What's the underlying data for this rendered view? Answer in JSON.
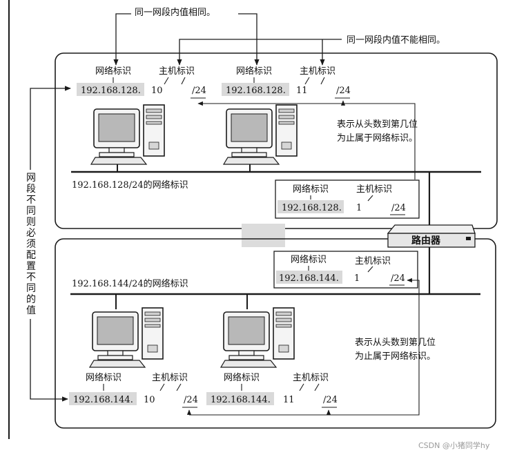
{
  "top_callout": "同一网段内值相同。",
  "right_callout": "同一网段内值不能相同。",
  "left_vertical_label": "网段不同则必须配置不同的值",
  "net_label": "网络标识",
  "host_label": "主机标识",
  "prefix": "/24",
  "prefix_explain_line1": "表示从头数到第几位",
  "prefix_explain_line2": "为止属于网络标识。",
  "router_label": "路由器",
  "watermark": "CSDN @小猪同学hy",
  "network1": {
    "caption": "192.168.128/24的网络标识",
    "pc_a": {
      "net": "192.168.128.",
      "host": "10"
    },
    "pc_b": {
      "net": "192.168.128.",
      "host": "11"
    },
    "router_if": {
      "net": "192.168.128.",
      "host": "1"
    }
  },
  "network2": {
    "caption": "192.168.144/24的网络标识",
    "router_if": {
      "net": "192.168.144.",
      "host": "1"
    },
    "pc_a": {
      "net": "192.168.144.",
      "host": "10"
    },
    "pc_b": {
      "net": "192.168.144.",
      "host": "11"
    }
  },
  "colors": {
    "line": "#1a1a1a",
    "ip_bg": "#d9d9d9",
    "router_body": "#e6e6e6",
    "monitor_screen": "#b8b8b8",
    "grey_marker": "#dcdcdc"
  }
}
